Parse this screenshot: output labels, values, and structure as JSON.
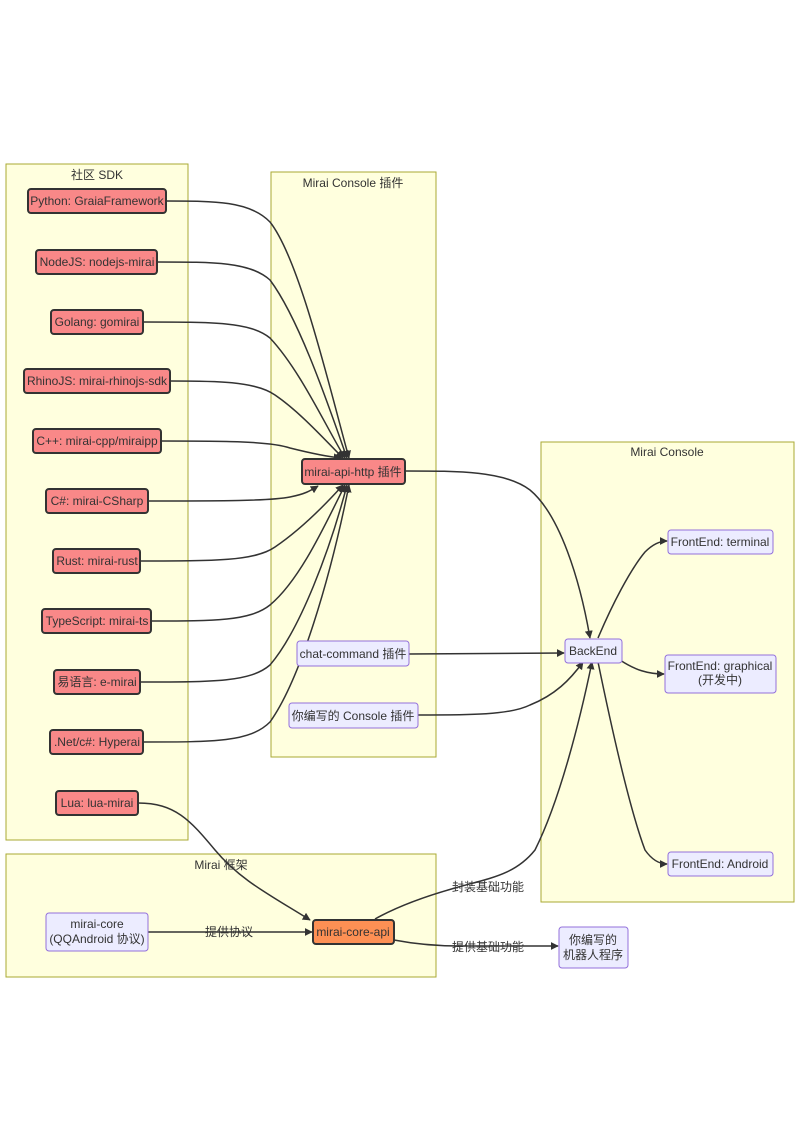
{
  "clusters": {
    "community_sdk": "社区 SDK",
    "console_plugins": "Mirai Console 插件",
    "mirai_console": "Mirai Console",
    "mirai_framework": "Mirai 框架"
  },
  "sdk_nodes": [
    "Python: GraiaFramework",
    "NodeJS: nodejs-mirai",
    "Golang: gomirai",
    "RhinoJS: mirai-rhinojs-sdk",
    "C++: mirai-cpp/miraipp",
    "C#: mirai-CSharp",
    "Rust: mirai-rust",
    "TypeScript: mirai-ts",
    "易语言: e-mirai",
    ".Net/c#: Hyperai",
    "Lua: lua-mirai"
  ],
  "plugin_nodes": {
    "api_http": "mirai-api-http 插件",
    "chat_command": "chat-command 插件",
    "your_plugin": "你编写的 Console 插件"
  },
  "console_nodes": {
    "backend": "BackEnd",
    "frontend_terminal": "FrontEnd: terminal",
    "frontend_graphical_line1": "FrontEnd: graphical",
    "frontend_graphical_line2": "(开发中)",
    "frontend_android": "FrontEnd: Android"
  },
  "framework_nodes": {
    "mirai_core_line1": "mirai-core",
    "mirai_core_line2": "(QQAndroid 协议)",
    "mirai_core_api": "mirai-core-api"
  },
  "external_nodes": {
    "your_bot_line1": "你编写的",
    "your_bot_line2": "机器人程序"
  },
  "edge_labels": {
    "provides_protocol": "提供协议",
    "wraps_basic_functions": "封装基础功能",
    "provides_basic_functions": "提供基础功能"
  },
  "colors": {
    "cluster_fill": "#ffffde",
    "cluster_border": "#aaaa33",
    "highlight_node": "#f98888",
    "core_api_node": "#fd9054",
    "default_node": "#ececff",
    "default_node_border": "#9370db"
  }
}
